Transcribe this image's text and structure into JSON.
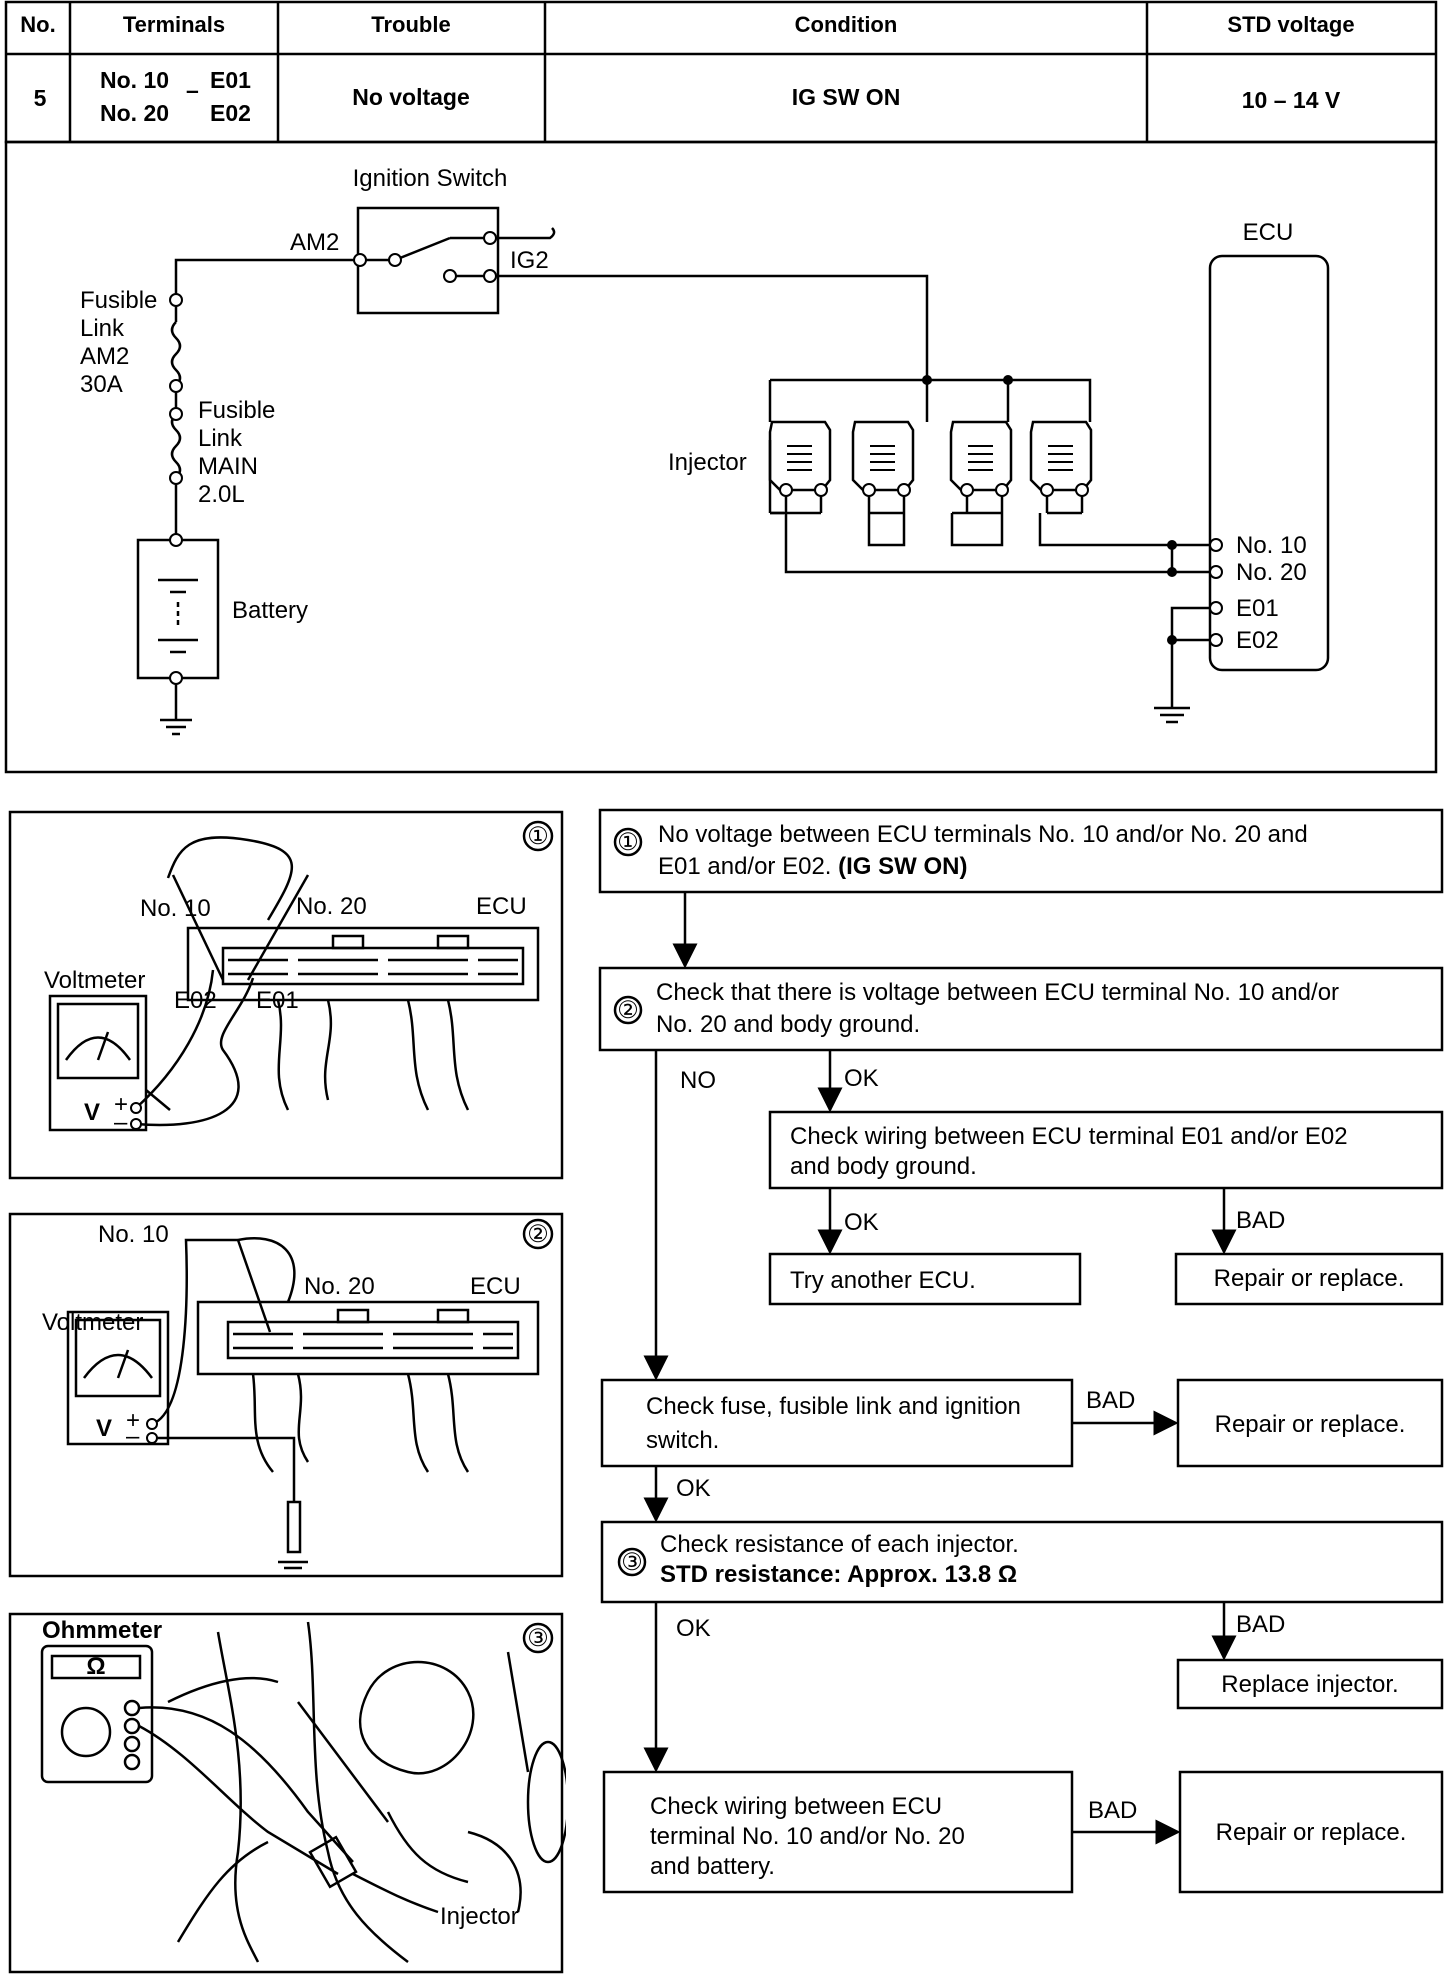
{
  "table": {
    "headers": {
      "no": "No.",
      "terminals": "Terminals",
      "trouble": "Trouble",
      "condition": "Condition",
      "std_voltage": "STD voltage"
    },
    "row": {
      "no": "5",
      "term_a1": "No. 10",
      "term_a2": "No. 20",
      "term_b1": "E01",
      "term_b2": "E02",
      "dash": "–",
      "trouble": "No voltage",
      "condition": "IG SW ON",
      "std_voltage": "10 – 14 V"
    }
  },
  "circuit": {
    "ignition_switch": "Ignition Switch",
    "am2": "AM2",
    "ig2": "IG2",
    "fusible_am2": [
      "Fusible",
      "Link",
      "AM2",
      "30A"
    ],
    "fusible_main": [
      "Fusible",
      "Link",
      "MAIN",
      "2.0L"
    ],
    "battery": "Battery",
    "injector": "Injector",
    "ecu": "ECU",
    "ecu_terminals": [
      "No. 10",
      "No. 20",
      "E01",
      "E02"
    ]
  },
  "fig1": {
    "num": "①",
    "voltmeter": "Voltmeter",
    "no10": "No. 10",
    "no20": "No. 20",
    "ecu": "ECU",
    "e02": "E02",
    "e01": "E01",
    "v": "V",
    "plus": "+",
    "minus": "–"
  },
  "fig2": {
    "num": "②",
    "voltmeter": "Voltmeter",
    "no10": "No. 10",
    "no20": "No. 20",
    "ecu": "ECU",
    "v": "V",
    "plus": "+",
    "minus": "–"
  },
  "fig3": {
    "num": "③",
    "ohmmeter": "Ohmmeter",
    "omega": "Ω",
    "injector": "Injector"
  },
  "flow": {
    "step1_num": "①",
    "step1_line1": "No voltage between ECU terminals No. 10 and/or No. 20 and",
    "step1_line2a": "E01 and/or E02. ",
    "step1_line2b": "(IG SW ON)",
    "step2_num": "②",
    "step2_line1": "Check that there is voltage between ECU terminal No. 10 and/or",
    "step2_line2": "No. 20 and body ground.",
    "no": "NO",
    "ok1": "OK",
    "wiring_line1": "Check wiring between ECU terminal E01 and/or E02",
    "wiring_line2": "and body ground.",
    "ok2": "OK",
    "bad1": "BAD",
    "try_ecu": "Try another ECU.",
    "repair1": "Repair or replace.",
    "fuse_line1": "Check fuse, fusible link and ignition",
    "fuse_line2": "switch.",
    "bad2": "BAD",
    "repair2": "Repair or replace.",
    "ok3": "OK",
    "step3_num": "③",
    "step3_line1": "Check resistance of each injector.",
    "step3_line2": "STD resistance:  Approx. 13.8 Ω",
    "ok4": "OK",
    "bad3": "BAD",
    "replace_injector": "Replace injector.",
    "battery_line1": "Check wiring between ECU",
    "battery_line2": "terminal No. 10 and/or No. 20",
    "battery_line3": "and battery.",
    "bad4": "BAD",
    "repair3": "Repair or replace."
  }
}
